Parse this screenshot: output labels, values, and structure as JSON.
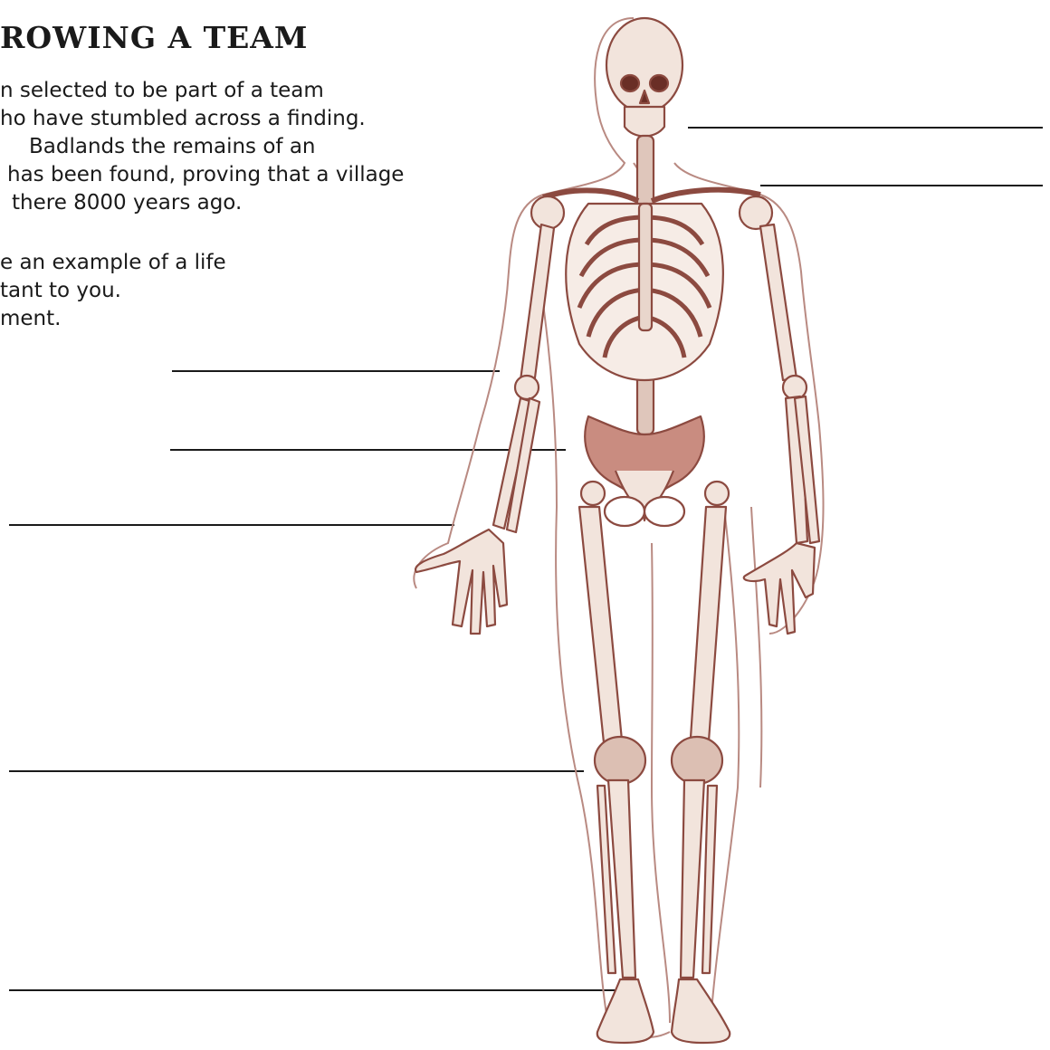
{
  "worksheet": {
    "title": "ROWING A TEAM",
    "intro_lines": [
      "n selected to be part of a team",
      "ho have stumbled across a finding.",
      "Badlands the remains of an",
      "has been found, proving that a village",
      "there 8000 years ago."
    ],
    "task_lines": [
      "e an example of a life",
      "tant to you.",
      "ment."
    ]
  },
  "colors": {
    "bone": "#f2e4dc",
    "bone_outline": "#8c4a40",
    "bone_shade": "#a55f52",
    "body_outline": "#b98a82",
    "label_line": "#1a1a1a"
  },
  "figure": {
    "icon": "human-skeleton-illustration"
  }
}
